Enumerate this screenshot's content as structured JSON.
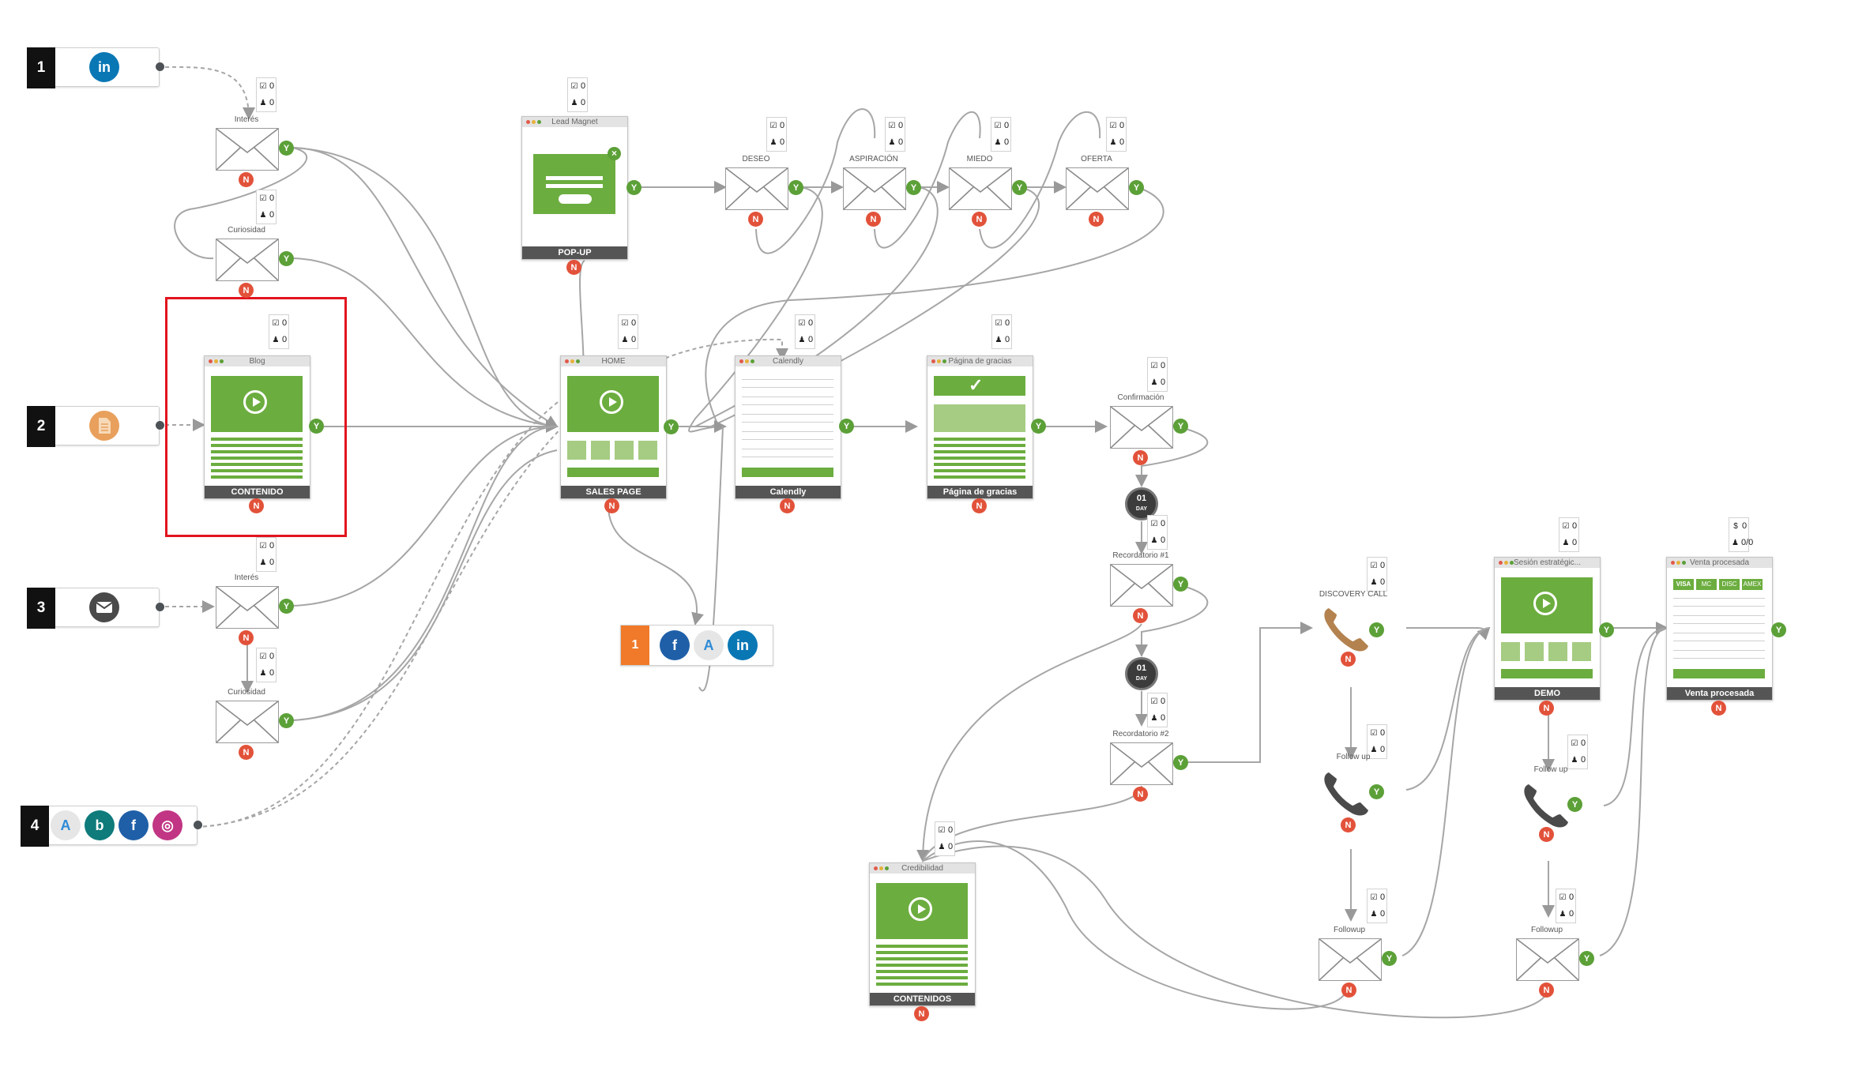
{
  "sources": [
    {
      "number": "1",
      "icons": [
        "linkedin-icon"
      ]
    },
    {
      "number": "2",
      "icons": [
        "document-icon"
      ]
    },
    {
      "number": "3",
      "icons": [
        "mail-icon"
      ]
    },
    {
      "number": "4",
      "icons": [
        "adwords-icon",
        "bing-icon",
        "facebook-icon",
        "instagram-icon"
      ]
    }
  ],
  "stats": {
    "check": "0",
    "person": "0",
    "dollar": "0",
    "ratio": "0/0"
  },
  "badges": {
    "yes": "Y",
    "no": "N"
  },
  "icon_text": {
    "linkedin": "in",
    "bing": "b",
    "facebook": "f",
    "instagram": "◎",
    "adwords": "A",
    "counter": "1",
    "timer_number": "01",
    "timer_unit": "DAY"
  },
  "emails": {
    "interes_1": "Interés",
    "curiosidad_1": "Curiosidad",
    "interes_3": "Interés",
    "curiosidad_3": "Curiosidad",
    "deseo": "DESEO",
    "aspiracion": "ASPIRACIÓN",
    "miedo": "MIEDO",
    "oferta": "OFERTA",
    "confirmacion": "Confirmación",
    "recordatorio_1": "Recordatorio #1",
    "recordatorio_2": "Recordatorio #2",
    "followup_1": "Followup",
    "followup_2": "Followup"
  },
  "pages": {
    "popup": {
      "bar": "Lead Magnet",
      "footer": "POP-UP"
    },
    "blog": {
      "bar": "Blog",
      "footer": "CONTENIDO"
    },
    "home": {
      "bar": "HOME",
      "footer": "SALES PAGE"
    },
    "calendly": {
      "bar": "Calendly",
      "footer": "Calendly"
    },
    "gracias": {
      "bar": "Página de gracias",
      "footer": "Página de gracias"
    },
    "credibilidad": {
      "bar": "Credibilidad",
      "footer": "CONTENIDOS"
    },
    "demo": {
      "bar": "Sesión estratégic...",
      "footer": "DEMO"
    },
    "venta": {
      "bar": "Venta procesada",
      "footer": "Venta procesada"
    }
  },
  "calls": {
    "discovery": "DISCOVERY CALL",
    "followup_1": "Follow up",
    "followup_2": "Follow up"
  },
  "payment_cards": [
    "VISA",
    "MC",
    "DISC",
    "AMEX"
  ],
  "colors": {
    "accent_green": "#6cad3f",
    "light_green": "#a5cc82",
    "yes_badge": "#5ca038",
    "no_badge": "#e2523a",
    "selection": "#e2141e",
    "linkedin": "#0a77b5",
    "document": "#e8a05c",
    "facebook": "#1f5fa8",
    "instagram": "#c13584",
    "bing": "#0f7b7b",
    "counter": "#f07a2a"
  }
}
